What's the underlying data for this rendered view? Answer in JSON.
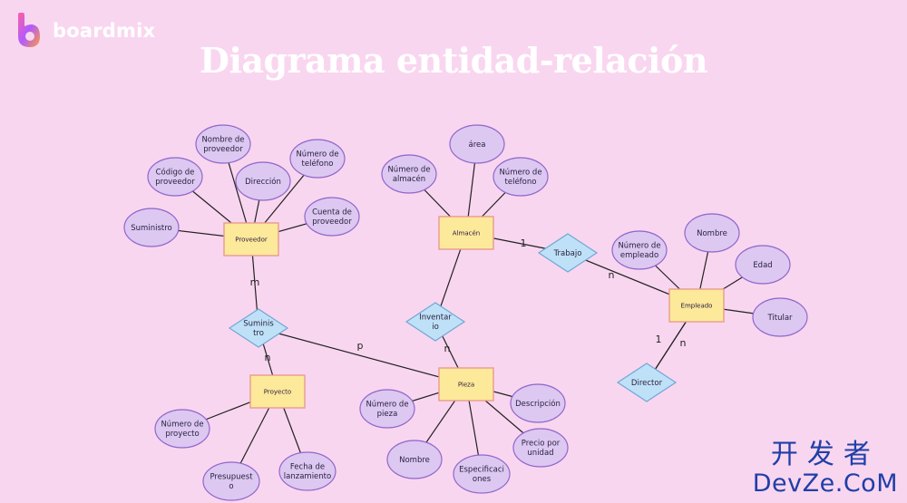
{
  "brand": {
    "name": "boardmix"
  },
  "title": "Diagrama entidad-relación",
  "watermark": {
    "cn": "开发者",
    "en": "DevZe.CoM"
  },
  "colors": {
    "background": "#f9d6ef",
    "entity_fill": "#fde99a",
    "entity_stroke": "#e79c8f",
    "attribute_fill": "#dcc8f1",
    "attribute_stroke": "#9266cc",
    "relation_fill": "#bfe1f7",
    "relation_stroke": "#6fa7d6",
    "line": "#222222"
  },
  "entities": [
    {
      "id": "proveedor",
      "label": "Proveedor"
    },
    {
      "id": "almacen",
      "label": "Almacén"
    },
    {
      "id": "empleado",
      "label": "Empleado"
    },
    {
      "id": "proyecto",
      "label": "Proyecto"
    },
    {
      "id": "pieza",
      "label": "Pieza"
    }
  ],
  "relations": [
    {
      "id": "suministro",
      "lines": [
        "Suminis",
        "tro"
      ]
    },
    {
      "id": "inventario",
      "lines": [
        "Inventar",
        "io"
      ]
    },
    {
      "id": "trabajo",
      "lines": [
        "Trabajo"
      ]
    },
    {
      "id": "director",
      "lines": [
        "Director"
      ]
    }
  ],
  "attributes": [
    {
      "id": "nombre-proveedor",
      "entity": "proveedor",
      "lines": [
        "Nombre de",
        "proveedor"
      ]
    },
    {
      "id": "codigo-proveedor",
      "entity": "proveedor",
      "lines": [
        "Código de",
        "proveedor"
      ]
    },
    {
      "id": "direccion",
      "entity": "proveedor",
      "lines": [
        "Dirección"
      ]
    },
    {
      "id": "numero-telefono-proveedor",
      "entity": "proveedor",
      "lines": [
        "Número de",
        "teléfono"
      ]
    },
    {
      "id": "suministro-attr",
      "entity": "proveedor",
      "lines": [
        "Suministro"
      ]
    },
    {
      "id": "cuenta-proveedor",
      "entity": "proveedor",
      "lines": [
        "Cuenta de",
        "proveedor"
      ]
    },
    {
      "id": "area",
      "entity": "almacen",
      "lines": [
        "área"
      ]
    },
    {
      "id": "numero-almacen",
      "entity": "almacen",
      "lines": [
        "Número de",
        "almacén"
      ]
    },
    {
      "id": "numero-telefono-almacen",
      "entity": "almacen",
      "lines": [
        "Número de",
        "teléfono"
      ]
    },
    {
      "id": "nombre-empleado",
      "entity": "empleado",
      "lines": [
        "Nombre"
      ]
    },
    {
      "id": "numero-empleado",
      "entity": "empleado",
      "lines": [
        "Número de",
        "empleado"
      ]
    },
    {
      "id": "edad",
      "entity": "empleado",
      "lines": [
        "Edad"
      ]
    },
    {
      "id": "titular",
      "entity": "empleado",
      "lines": [
        "Titular"
      ]
    },
    {
      "id": "numero-proyecto",
      "entity": "proyecto",
      "lines": [
        "Número de",
        "proyecto"
      ]
    },
    {
      "id": "presupuesto",
      "entity": "proyecto",
      "lines": [
        "Presupuest",
        "o"
      ]
    },
    {
      "id": "fecha-lanzamiento",
      "entity": "proyecto",
      "lines": [
        "Fecha de",
        "lanzamiento"
      ]
    },
    {
      "id": "numero-pieza",
      "entity": "pieza",
      "lines": [
        "Número de",
        "pieza"
      ]
    },
    {
      "id": "descripcion",
      "entity": "pieza",
      "lines": [
        "Descripción"
      ]
    },
    {
      "id": "precio-unidad",
      "entity": "pieza",
      "lines": [
        "Precio por",
        "unidad"
      ]
    },
    {
      "id": "nombre-pieza",
      "entity": "pieza",
      "lines": [
        "Nombre"
      ]
    },
    {
      "id": "especificaciones",
      "entity": "pieza",
      "lines": [
        "Especificaci",
        "ones"
      ]
    }
  ],
  "connections": [
    {
      "from": "proveedor",
      "to": "suministro",
      "label": "m"
    },
    {
      "from": "suministro",
      "to": "proyecto",
      "label": "n"
    },
    {
      "from": "suministro",
      "to": "pieza",
      "label": "p"
    },
    {
      "from": "almacen",
      "to": "inventario",
      "label": ""
    },
    {
      "from": "inventario",
      "to": "pieza",
      "label": "n"
    },
    {
      "from": "almacen",
      "to": "trabajo",
      "label": "1"
    },
    {
      "from": "trabajo",
      "to": "empleado",
      "label": "n"
    },
    {
      "from": "empleado",
      "to": "director",
      "label": "1"
    },
    {
      "from": "director",
      "to": "empleado",
      "label": "n"
    }
  ]
}
